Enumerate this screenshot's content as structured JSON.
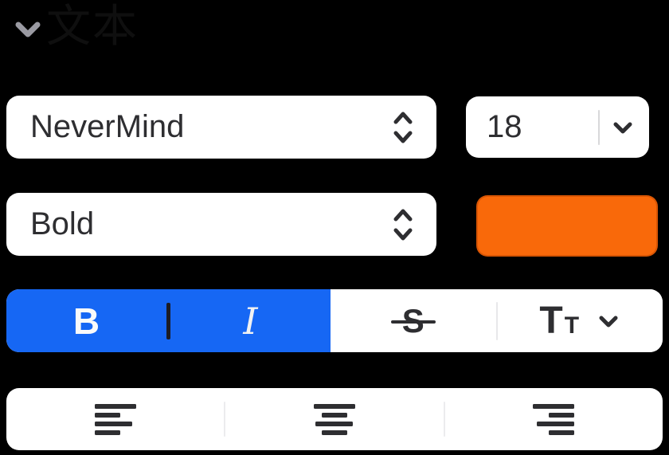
{
  "header": {
    "title": "文本"
  },
  "typography": {
    "font_family": {
      "value": "NeverMind"
    },
    "font_size": {
      "value": "18"
    },
    "font_style": {
      "value": "Bold"
    }
  },
  "text_color": {
    "swatch_color": "#F9690A"
  },
  "format_bar": {
    "bold": {
      "label": "B",
      "active": true
    },
    "italic": {
      "label": "I",
      "active": true
    },
    "strikethrough": {
      "label": "S",
      "active": false
    },
    "text_case": {
      "label_large": "T",
      "label_small": "T",
      "active": false
    }
  },
  "alignment_bar": {
    "options": [
      "align-left",
      "align-center",
      "align-right"
    ]
  },
  "colors": {
    "background": "#000000",
    "control_background": "#FFFFFF",
    "control_text": "#2E2E31",
    "active_segment_blue": "#1667F4",
    "swatch_orange": "#F9690A",
    "header_chevron_gray": "#9A9AA2",
    "divider_light": "#E8E8EA",
    "divider_dark": "#1C1C24"
  }
}
